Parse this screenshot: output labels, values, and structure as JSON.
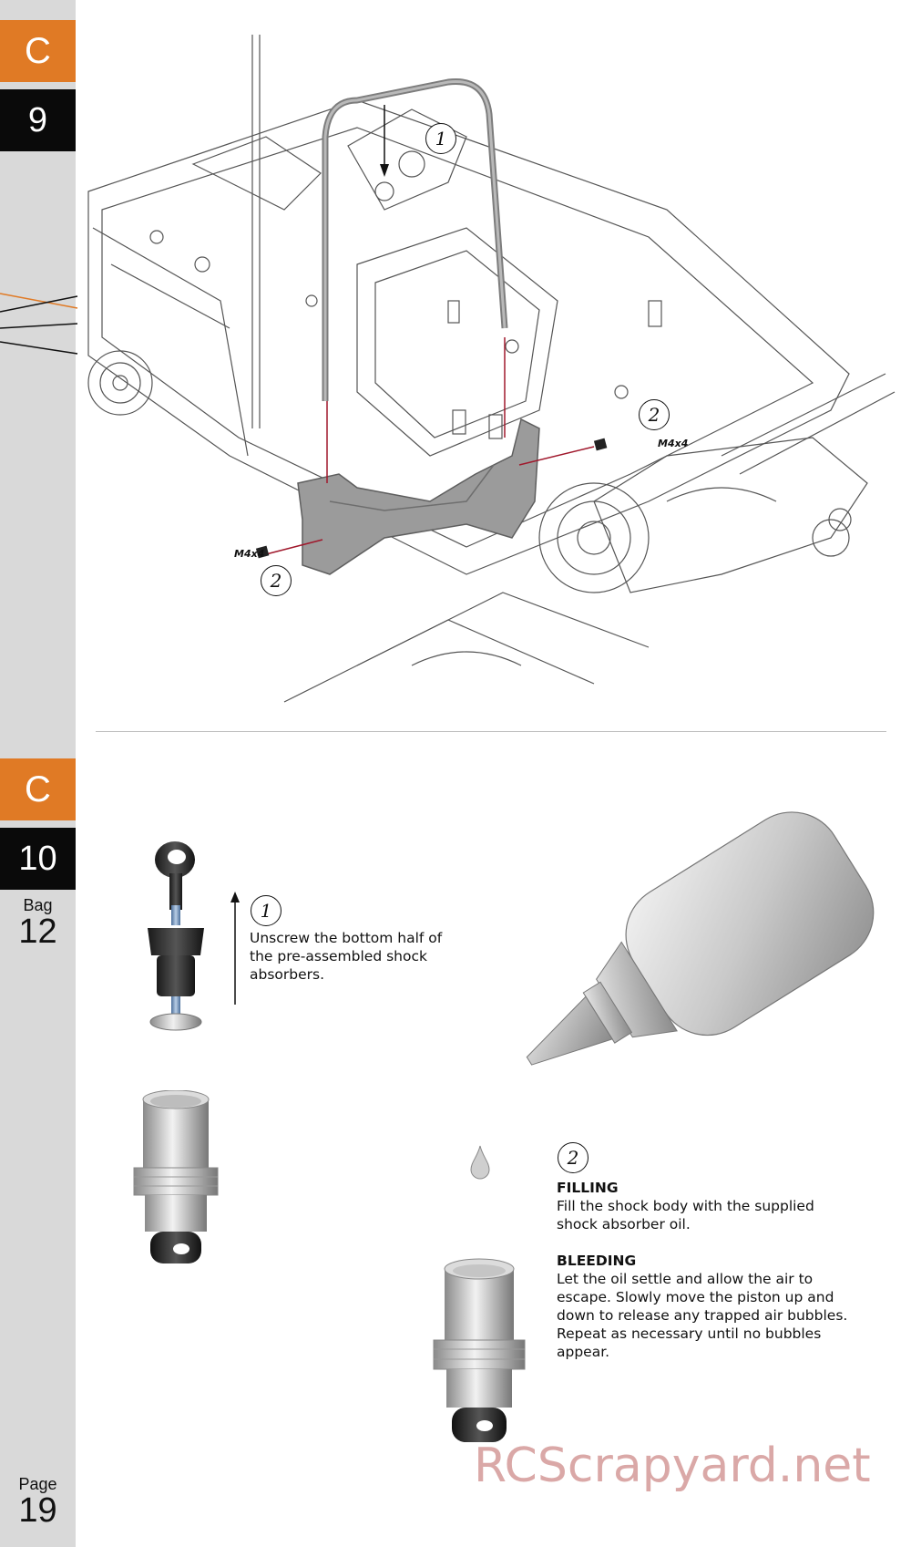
{
  "sidebar": {
    "step9": {
      "letter": "C",
      "number": "9"
    },
    "step10": {
      "letter": "C",
      "number": "10"
    },
    "bag": {
      "label": "Bag",
      "number": "12"
    },
    "page": {
      "label": "Page",
      "number": "19"
    }
  },
  "step9": {
    "callouts": [
      "1",
      "2",
      "2"
    ],
    "screws": [
      "M4x4",
      "M4x4"
    ]
  },
  "step10": {
    "sub1": {
      "number": "1",
      "text": "Unscrew the bottom half of the pre-assembled shock absorbers."
    },
    "sub2": {
      "number": "2",
      "filling_heading": "FILLING",
      "filling_text": "Fill the shock body with the supplied shock absorber oil.",
      "bleeding_heading": "BLEEDING",
      "bleeding_text": "Let the oil settle and allow the air to escape. Slowly move the piston up and down to release any trapped air bubbles. Repeat as necessary until no bubbles appear."
    }
  },
  "watermark": "RCScrapyard.net",
  "colors": {
    "accent_orange": "#e07a25",
    "tab_black": "#0a0a0a",
    "sidebar_grey": "#d9d9d9",
    "leader_red": "#a0182c"
  }
}
